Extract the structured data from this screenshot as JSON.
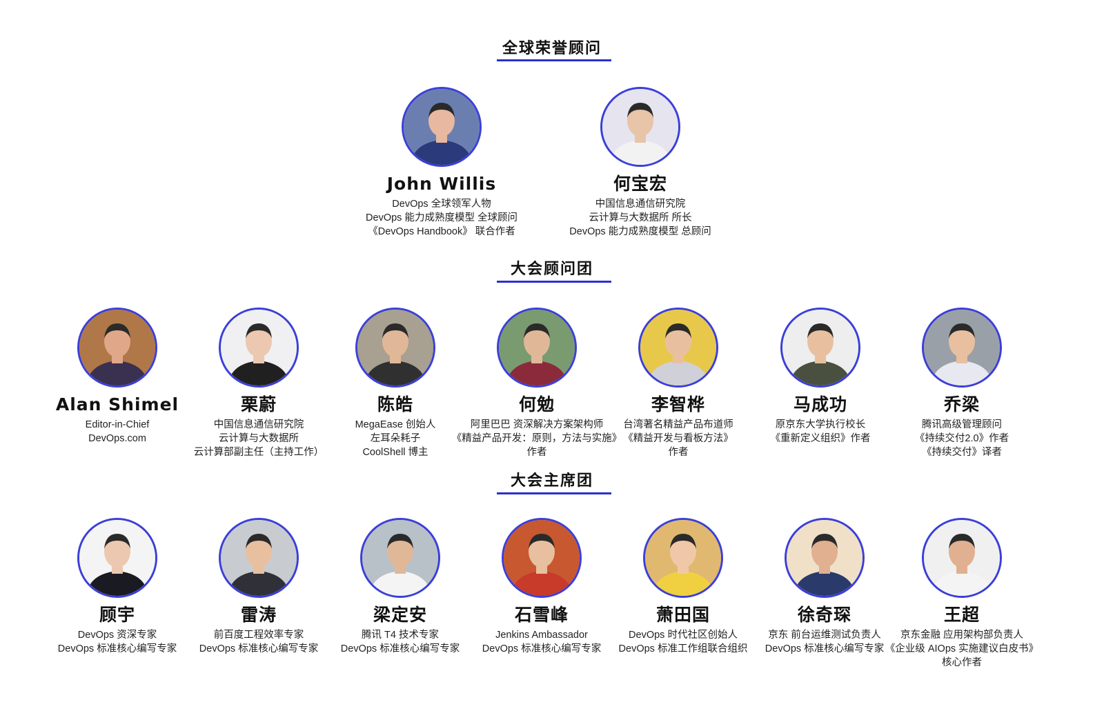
{
  "sections": [
    {
      "title": "全球荣誉顾问",
      "people": [
        {
          "name": "John Willis",
          "lines": [
            "DevOps 全球领军人物",
            "DevOps 能力成熟度模型 全球顾问",
            "《DevOps Handbook》 联合作者"
          ],
          "bg": "#6a7fb0",
          "skin": "#e8b8a0",
          "shirt": "#2a3a7a"
        },
        {
          "name": "何宝宏",
          "lines": [
            "中国信息通信研究院",
            "云计算与大数据所 所长",
            "DevOps 能力成熟度模型 总顾问"
          ],
          "bg": "#e6e4ee",
          "skin": "#e8c4a8",
          "shirt": "#f2f2f2"
        }
      ]
    },
    {
      "title": "大会顾问团",
      "people": [
        {
          "name": "Alan Shimel",
          "lines": [
            "Editor-in-Chief",
            "DevOps.com"
          ],
          "bg": "#b07848",
          "skin": "#e0a888",
          "shirt": "#3a3050"
        },
        {
          "name": "栗蔚",
          "lines": [
            "中国信息通信研究院",
            "云计算与大数据所",
            "云计算部副主任（主持工作）"
          ],
          "bg": "#f0f0f2",
          "skin": "#ecc8b0",
          "shirt": "#202020"
        },
        {
          "name": "陈皓",
          "lines": [
            "MegaEase 创始人",
            "左耳朵耗子",
            "CoolShell 博主"
          ],
          "bg": "#a8a090",
          "skin": "#e0b898",
          "shirt": "#303030"
        },
        {
          "name": "何勉",
          "lines": [
            "阿里巴巴 资深解决方案架构师",
            "《精益产品开发：原则，方法与实施》",
            "作者"
          ],
          "bg": "#7a9a70",
          "skin": "#e0b898",
          "shirt": "#8a2a3a"
        },
        {
          "name": "李智桦",
          "lines": [
            "台湾著名精益产品布道师",
            "《精益开发与看板方法》",
            "作者"
          ],
          "bg": "#e8c84a",
          "skin": "#e8c0a0",
          "shirt": "#d0d0d8"
        },
        {
          "name": "马成功",
          "lines": [
            "原京东大学执行校长",
            "《重新定义组织》作者"
          ],
          "bg": "#eeeeee",
          "skin": "#e8c0a0",
          "shirt": "#4a5040"
        },
        {
          "name": "乔梁",
          "lines": [
            "腾讯高级管理顾问",
            "《持续交付2.0》作者",
            "《持续交付》译者"
          ],
          "bg": "#9aa0a8",
          "skin": "#e8c0a0",
          "shirt": "#e8e8f0"
        }
      ]
    },
    {
      "title": "大会主席团",
      "people": [
        {
          "name": "顾宇",
          "lines": [
            "DevOps 资深专家",
            "DevOps 标准核心编写专家"
          ],
          "bg": "#f4f4f4",
          "skin": "#ecc8b0",
          "shirt": "#1a1a22"
        },
        {
          "name": "雷涛",
          "lines": [
            "前百度工程效率专家",
            "DevOps 标准核心编写专家"
          ],
          "bg": "#c8ccd0",
          "skin": "#e8c0a0",
          "shirt": "#303038"
        },
        {
          "name": "梁定安",
          "lines": [
            "腾讯 T4 技术专家",
            "DevOps 标准核心编写专家"
          ],
          "bg": "#b8c0c8",
          "skin": "#e0b898",
          "shirt": "#f4f4f4"
        },
        {
          "name": "石雪峰",
          "lines": [
            "Jenkins Ambassador",
            "DevOps 标准核心编写专家"
          ],
          "bg": "#c85830",
          "skin": "#e8c0a0",
          "shirt": "#c83a2a"
        },
        {
          "name": "萧田国",
          "lines": [
            "DevOps 时代社区创始人",
            "DevOps 标准工作组联合组织"
          ],
          "bg": "#e0b870",
          "skin": "#f0c8a8",
          "shirt": "#f0d040"
        },
        {
          "name": "徐奇琛",
          "lines": [
            "京东 前台运维测试负责人",
            "DevOps 标准核心编写专家"
          ],
          "bg": "#f0e0c8",
          "skin": "#e0b090",
          "shirt": "#2a3a6a"
        },
        {
          "name": "王超",
          "lines": [
            "京东金融 应用架构部负责人",
            "《企业级 AIOps 实施建议白皮书》",
            "核心作者"
          ],
          "bg": "#f0f0f0",
          "skin": "#e0b090",
          "shirt": "#f4f4f4"
        }
      ]
    }
  ]
}
